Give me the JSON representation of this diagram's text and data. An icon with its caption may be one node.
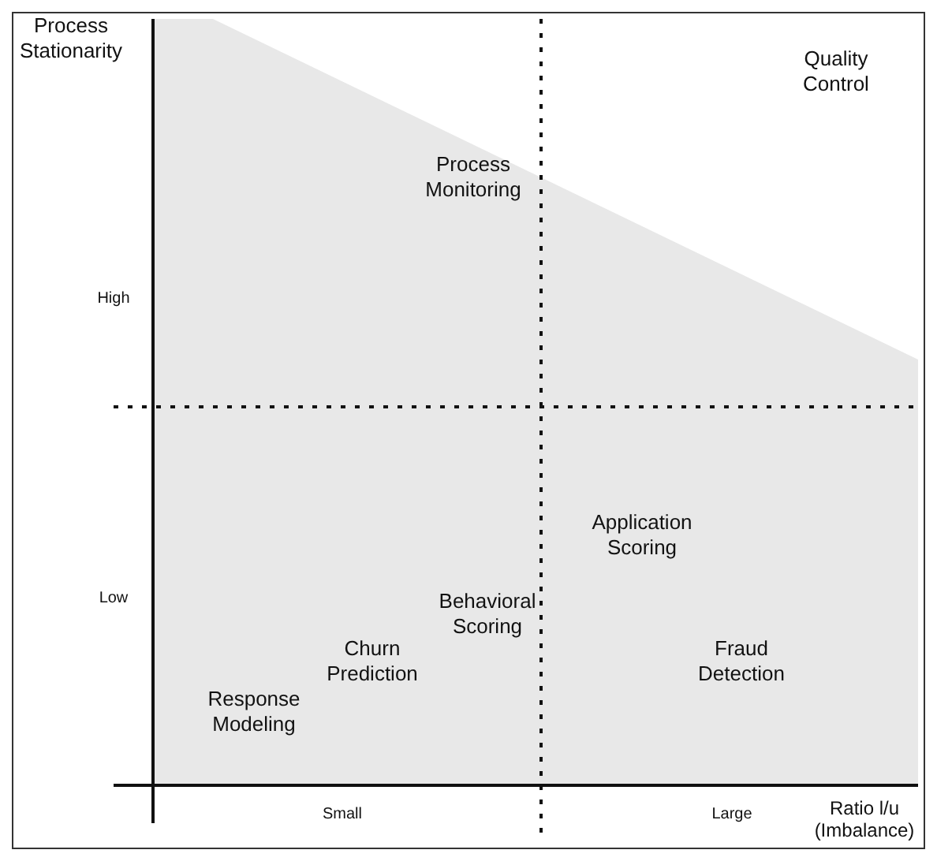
{
  "diagram": {
    "labels": [
      "Process Stationarity",
      "Process Monitoring",
      "Quality Control",
      "High",
      "Application Scoring",
      "Low",
      "Behavioral Scoring",
      "Churn Prediction",
      "Fraud Detection",
      "Response Modeling",
      "Small",
      "Large",
      "Ratio l/u (Imbalance)"
    ]
  }
}
